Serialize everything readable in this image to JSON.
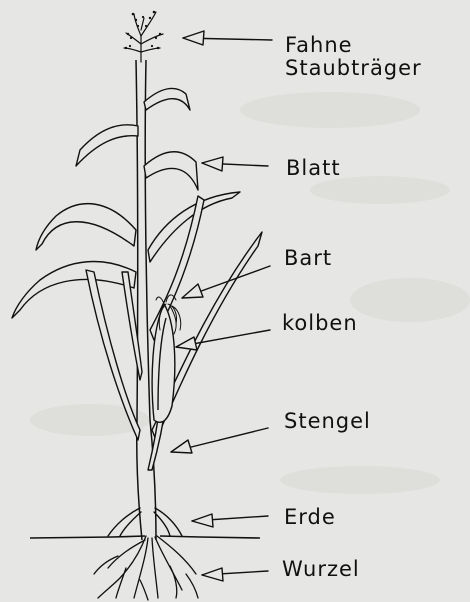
{
  "labels": {
    "fahne": "Fahne",
    "staubtraeger": "Staubträger",
    "blatt": "Blatt",
    "bart": "Bart",
    "kolben": "kolben",
    "stengel": "Stengel",
    "erde": "Erde",
    "wurzel": "Wurzel"
  },
  "colors": {
    "background": "#e6e6e4",
    "ink": "#111111"
  }
}
